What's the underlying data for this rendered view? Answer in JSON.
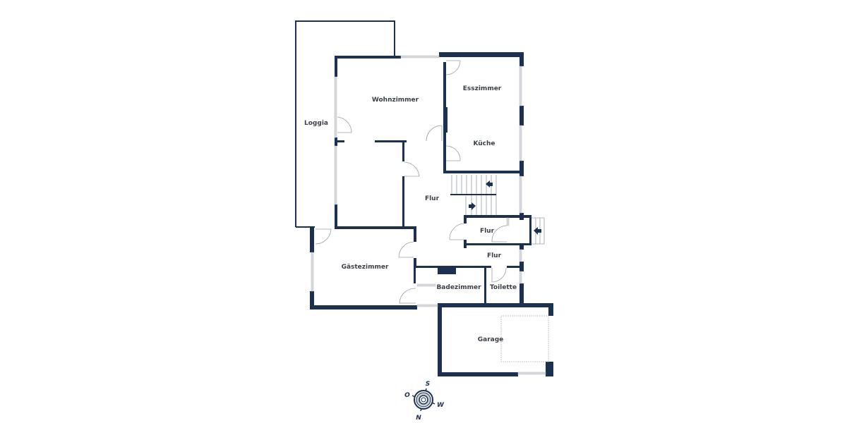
{
  "floorplan": {
    "wall_color": "#1c3152",
    "rooms": [
      {
        "id": "loggia",
        "label": "Loggia"
      },
      {
        "id": "wohnzimmer",
        "label": "Wohnzimmer"
      },
      {
        "id": "esszimmer",
        "label": "Esszimmer"
      },
      {
        "id": "kueche",
        "label": "Küche"
      },
      {
        "id": "flur-main",
        "label": "Flur"
      },
      {
        "id": "flur-entry",
        "label": "Flur"
      },
      {
        "id": "flur-lower",
        "label": "Flur"
      },
      {
        "id": "gaestezimmer",
        "label": "Gästezimmer"
      },
      {
        "id": "badezimmer",
        "label": "Badezimmer"
      },
      {
        "id": "toilette",
        "label": "Toilette"
      },
      {
        "id": "garage",
        "label": "Garage"
      }
    ],
    "compass": {
      "n": "N",
      "s": "S",
      "o": "O",
      "w": "W"
    }
  }
}
